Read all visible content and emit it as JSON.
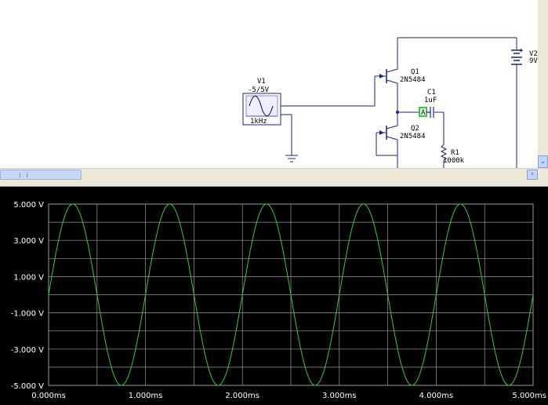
{
  "schematic": {
    "components": {
      "v1": {
        "name": "V1",
        "value": "-5/5V",
        "freq": "1kHz"
      },
      "q1": {
        "name": "Q1",
        "model": "2N5484"
      },
      "q2": {
        "name": "Q2",
        "model": "2N5484"
      },
      "c1": {
        "name": "C1",
        "value": "1uF"
      },
      "r1": {
        "name": "R1",
        "value": "1000k"
      },
      "v2": {
        "name": "V2",
        "value": "9V",
        "polarity": "+"
      }
    },
    "probe": {
      "label": "A",
      "color": "#33cc33"
    },
    "wire_color": "#1a237e"
  },
  "scrollbars": {
    "right_arrow": "›",
    "down_arrow": "⌄"
  },
  "scope": {
    "background": "#000000",
    "grid_color": "#9a9a9a",
    "trace_color": "#33cc33",
    "y_ticks": [
      "5.000 V",
      "3.000 V",
      "1.000 V",
      "-1.000 V",
      "-3.000 V",
      "-5.000 V"
    ],
    "x_ticks": [
      "0.000ms",
      "1.000ms",
      "2.000ms",
      "3.000ms",
      "4.000ms",
      "5.000ms"
    ]
  },
  "chart_data": {
    "type": "line",
    "title": "",
    "xlabel": "",
    "ylabel": "",
    "xlim": [
      0,
      5
    ],
    "ylim": [
      -5,
      5
    ],
    "grid": true,
    "series": [
      {
        "amplitude": 5,
        "frequency_khz": 1,
        "phase_deg": 0
      }
    ]
  }
}
